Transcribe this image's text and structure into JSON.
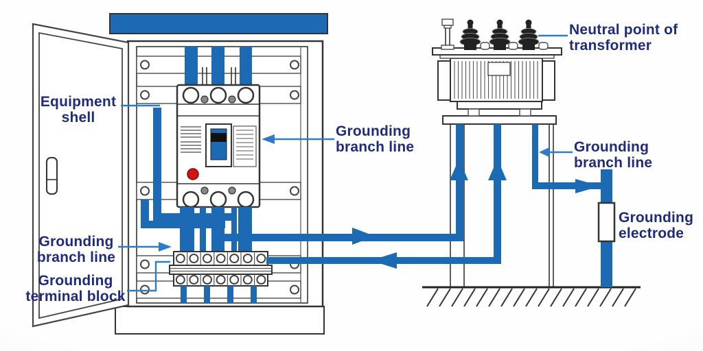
{
  "diagram": {
    "type": "electrical-grounding-schematic",
    "scene": "low-voltage distribution cabinet with circuit breaker connected by grounding conductors to a transformer neutral point and a grounding electrode"
  },
  "colors": {
    "wire_blue": "#1b6ab3",
    "cap_blue": "#1d6ab2",
    "label_navy": "#1f2b7b",
    "leader_blue": "#2d7ccc",
    "outline_dark": "#333333",
    "indicator_red": "#d41414",
    "bushing_black": "#222222"
  },
  "labels": {
    "equipment_shell": {
      "line1": "Equipment",
      "line2": "shell"
    },
    "grounding_branch_left": {
      "line1": "Grounding",
      "line2": "branch line"
    },
    "grounding_terminal_block": {
      "line1": "Grounding",
      "line2": "terminal block"
    },
    "grounding_branch_mid": {
      "line1": "Grounding",
      "line2": "branch line"
    },
    "neutral_point": {
      "line1": "Neutral point of",
      "line2": "transformer"
    },
    "grounding_branch_right": {
      "line1": "Grounding",
      "line2": "branch line"
    },
    "grounding_electrode": {
      "line1": "Grounding",
      "line2": "electrode"
    }
  },
  "components": [
    "equipment-cabinet",
    "cabinet-door",
    "door-handle",
    "blue-top-cap",
    "busbars",
    "circuit-breaker",
    "breaker-switch",
    "red-indicator",
    "grounding-terminal-block",
    "grounding-wires",
    "transformer",
    "transformer-bushings",
    "transformer-stand",
    "grounding-electrode",
    "ground-symbol",
    "flow-arrows"
  ]
}
